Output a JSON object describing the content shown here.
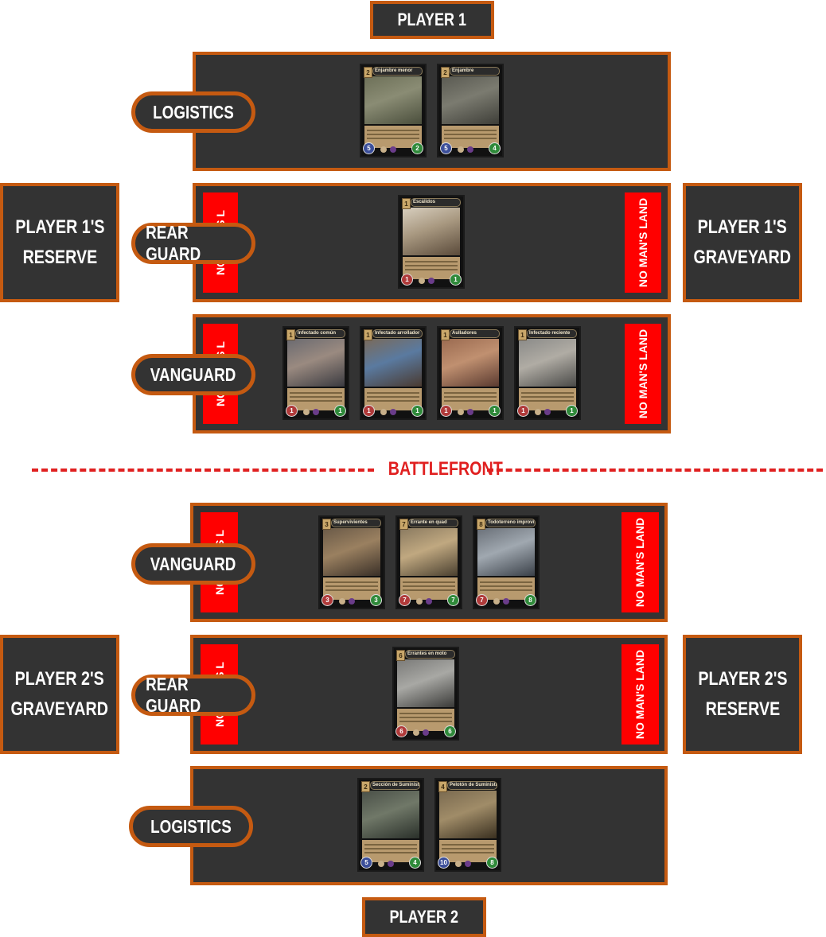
{
  "player1": {
    "title": "PLAYER 1",
    "reserve": [
      "PLAYER 1'S",
      "RESERVE"
    ],
    "graveyard": [
      "PLAYER 1'S",
      "GRAVEYARD"
    ],
    "logistics_label": "LOGISTICS",
    "rear_guard_label": "REAR GUARD",
    "vanguard_label": "VANGUARD",
    "logistics_cards": [
      {
        "name": "Enjambre menor",
        "cost": "2",
        "attack": "5",
        "defense": "2",
        "attack_color": "#3c4f9a"
      },
      {
        "name": "Enjambre",
        "cost": "2",
        "attack": "5",
        "defense": "4",
        "attack_color": "#3c4f9a"
      }
    ],
    "rear_guard_cards": [
      {
        "name": "Escálidos",
        "cost": "1",
        "attack": "1",
        "defense": "1",
        "attack_color": "#b03a3a"
      }
    ],
    "vanguard_cards": [
      {
        "name": "Infectado común",
        "cost": "1",
        "attack": "1",
        "defense": "1",
        "attack_color": "#b03a3a"
      },
      {
        "name": "Infectado arrollador",
        "cost": "1",
        "attack": "1",
        "defense": "1",
        "attack_color": "#b03a3a"
      },
      {
        "name": "Aulladores",
        "cost": "1",
        "attack": "1",
        "defense": "1",
        "attack_color": "#b03a3a"
      },
      {
        "name": "Infectado reciente",
        "cost": "1",
        "attack": "1",
        "defense": "1",
        "attack_color": "#b03a3a"
      }
    ]
  },
  "no_mans_land": "NO MAN'S LAND",
  "no_mans_land_clipped": "NO MAN'S L",
  "battlefront": "BATTLEFRONT",
  "player2": {
    "title": "PLAYER 2",
    "graveyard": [
      "PLAYER 2'S",
      "GRAVEYARD"
    ],
    "reserve": [
      "PLAYER 2'S",
      "RESERVE"
    ],
    "vanguard_label": "VANGUARD",
    "rear_guard_label": "REAR GUARD",
    "logistics_label": "LOGISTICS",
    "vanguard_cards": [
      {
        "name": "Supervivientes",
        "cost": "3",
        "attack": "3",
        "defense": "3",
        "attack_color": "#b03a3a"
      },
      {
        "name": "Errante en quad",
        "cost": "7",
        "attack": "7",
        "defense": "7",
        "attack_color": "#b03a3a"
      },
      {
        "name": "Todoterreno improvisado",
        "cost": "8",
        "attack": "7",
        "defense": "8",
        "attack_color": "#b03a3a"
      }
    ],
    "rear_guard_cards": [
      {
        "name": "Errantes en moto",
        "cost": "6",
        "attack": "6",
        "defense": "6",
        "attack_color": "#b03a3a"
      }
    ],
    "logistics_cards": [
      {
        "name": "Sección de Suministros",
        "cost": "2",
        "attack": "5",
        "defense": "4",
        "attack_color": "#3c4f9a"
      },
      {
        "name": "Pelotón de Suministros",
        "cost": "4",
        "attack": "10",
        "defense": "8",
        "attack_color": "#3c4f9a"
      }
    ]
  }
}
